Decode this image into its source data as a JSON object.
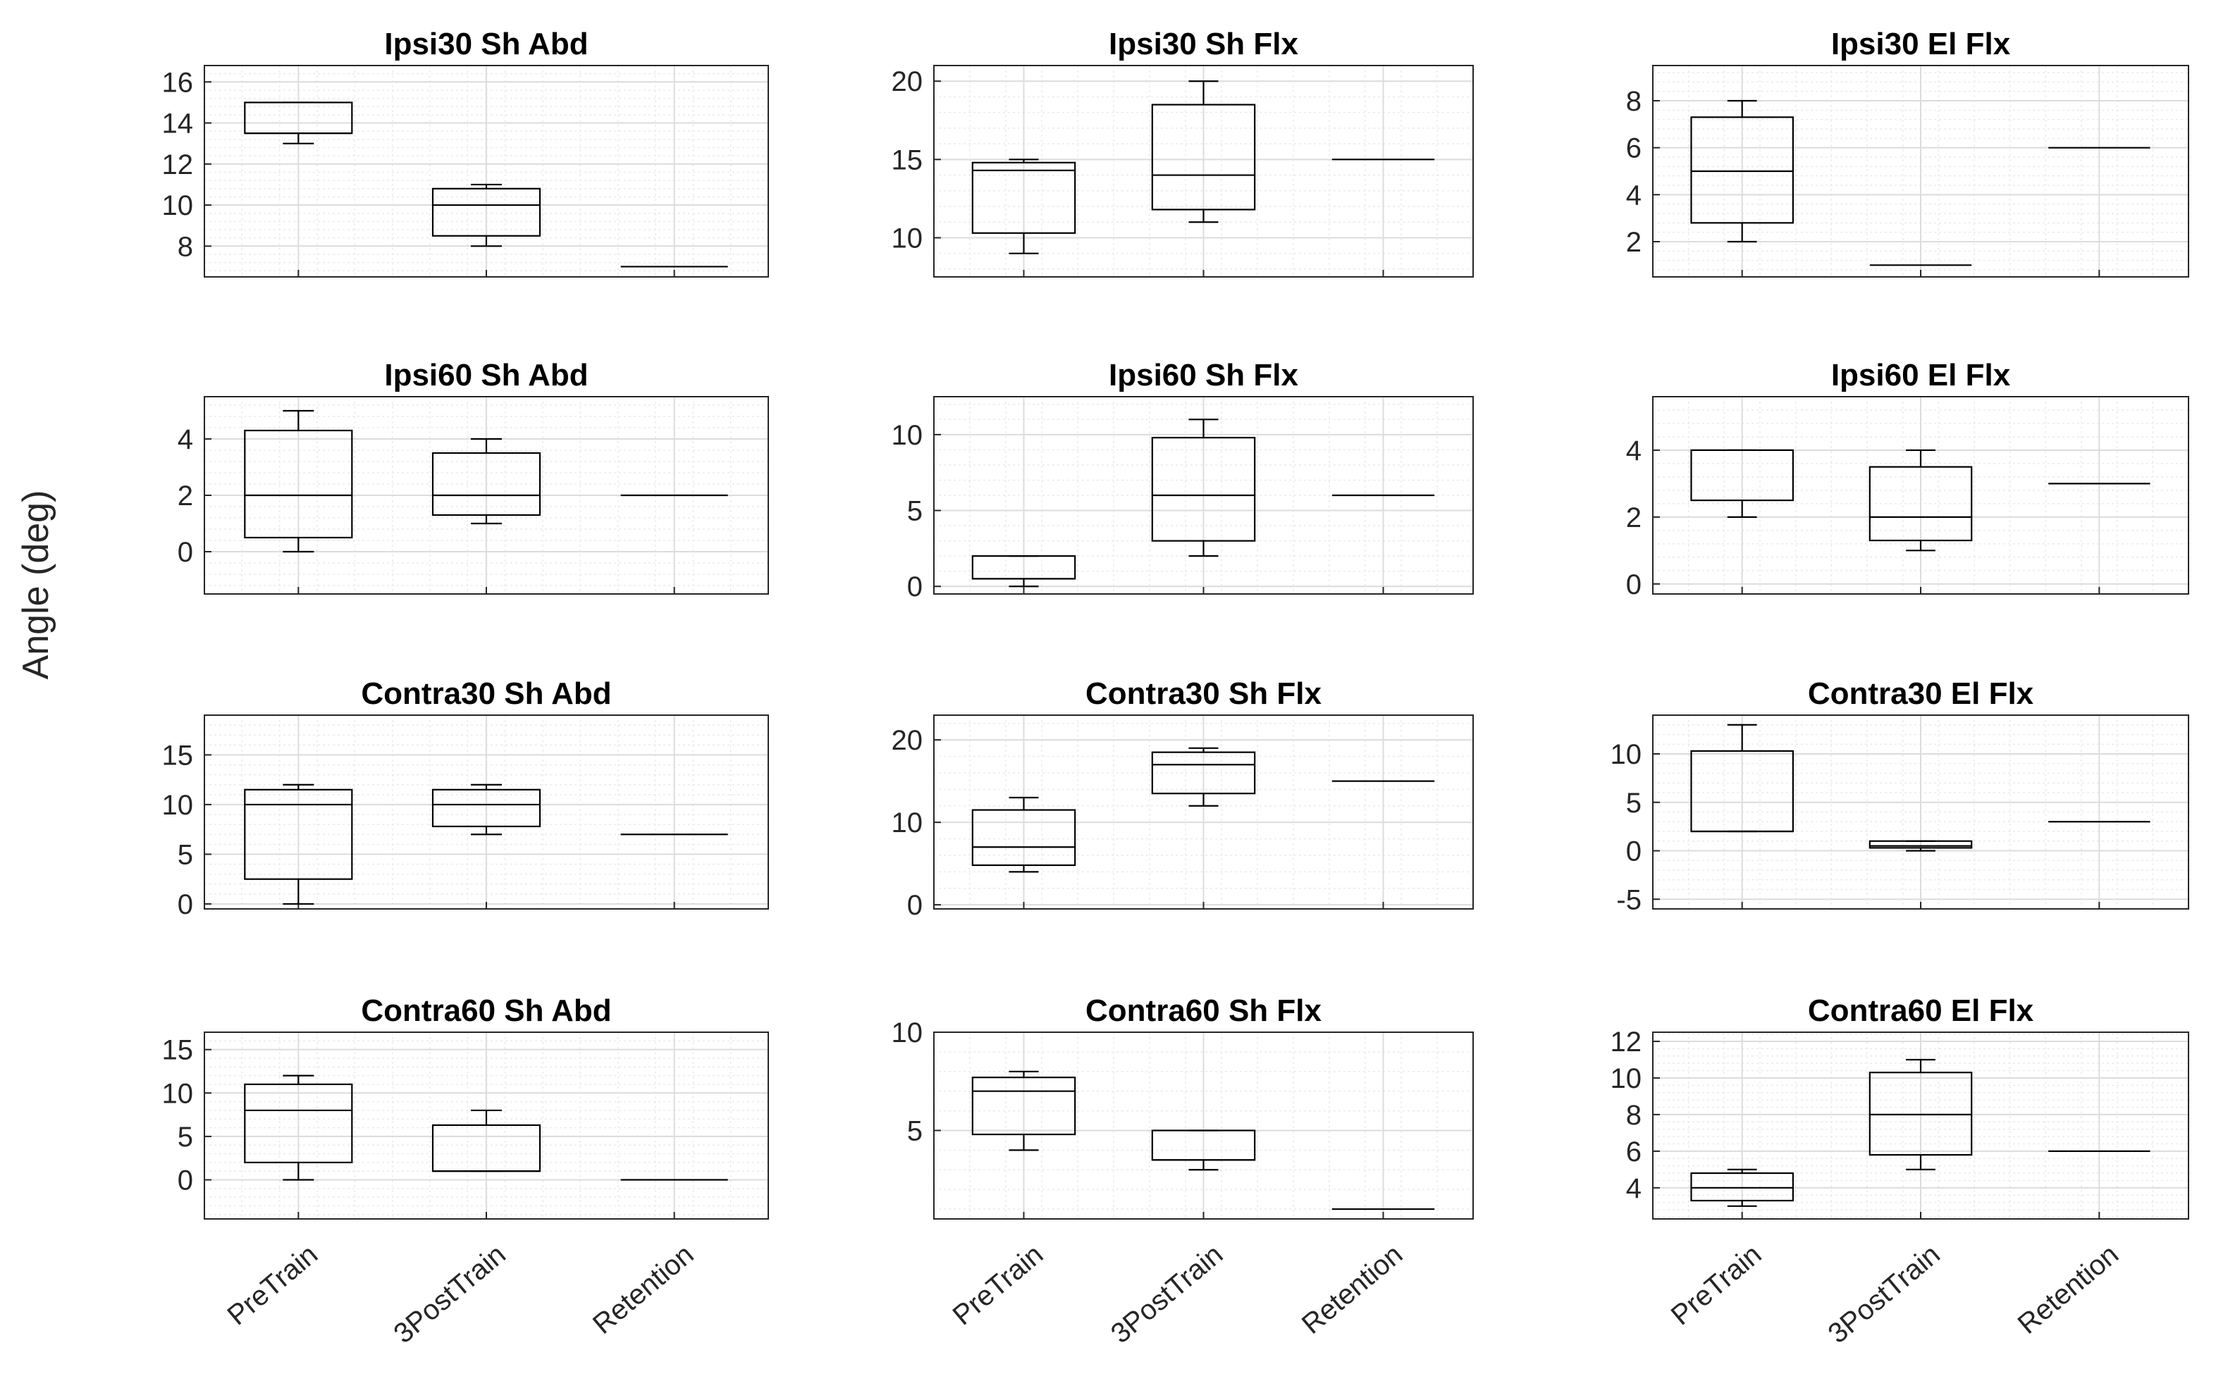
{
  "figure": {
    "ylabel": "Angle (deg)",
    "colors": {
      "axes": "#262626",
      "box": "#000000",
      "grid_major": "#dcdcdc",
      "grid_minor": "#ebebeb",
      "background": "#ffffff"
    }
  },
  "chart_data": [
    {
      "type": "box",
      "title": "Ipsi30 Sh Abd",
      "categories": [
        "PreTrain",
        "3PostTrain",
        "Retention"
      ],
      "ylim": [
        6.5,
        16.8
      ],
      "yticks": [
        8,
        10,
        12,
        14,
        16
      ],
      "grid": "major+minor",
      "show_xticklabels": false,
      "boxes": [
        {
          "min": 13,
          "q1": 13.5,
          "median": 13.5,
          "q3": 15,
          "max": 15
        },
        {
          "min": 8,
          "q1": 8.5,
          "median": 10,
          "q3": 10.8,
          "max": 11
        },
        {
          "min": 7,
          "q1": 7,
          "median": 7,
          "q3": 7,
          "max": 7
        }
      ]
    },
    {
      "type": "box",
      "title": "Ipsi30 Sh Flx",
      "categories": [
        "PreTrain",
        "3PostTrain",
        "Retention"
      ],
      "ylim": [
        7.5,
        21
      ],
      "yticks": [
        10,
        15,
        20
      ],
      "grid": "major+minor",
      "show_xticklabels": false,
      "boxes": [
        {
          "min": 9,
          "q1": 10.3,
          "median": 14.3,
          "q3": 14.8,
          "max": 15
        },
        {
          "min": 11,
          "q1": 11.8,
          "median": 14,
          "q3": 18.5,
          "max": 20
        },
        {
          "min": 15,
          "q1": 15,
          "median": 15,
          "q3": 15,
          "max": 15
        }
      ]
    },
    {
      "type": "box",
      "title": "Ipsi30 El Flx",
      "categories": [
        "PreTrain",
        "3PostTrain",
        "Retention"
      ],
      "ylim": [
        0.5,
        9.5
      ],
      "yticks": [
        2,
        4,
        6,
        8
      ],
      "grid": "major+minor",
      "show_xticklabels": false,
      "boxes": [
        {
          "min": 2,
          "q1": 2.8,
          "median": 5,
          "q3": 7.3,
          "max": 8
        },
        {
          "min": 1,
          "q1": 1,
          "median": 1,
          "q3": 1,
          "max": 1
        },
        {
          "min": 6,
          "q1": 6,
          "median": 6,
          "q3": 6,
          "max": 6
        }
      ]
    },
    {
      "type": "box",
      "title": "Ipsi60 Sh Abd",
      "categories": [
        "PreTrain",
        "3PostTrain",
        "Retention"
      ],
      "ylim": [
        -1.5,
        5.5
      ],
      "yticks": [
        0,
        2,
        4
      ],
      "grid": "major+minor",
      "show_xticklabels": false,
      "boxes": [
        {
          "min": 0,
          "q1": 0.5,
          "median": 2,
          "q3": 4.3,
          "max": 5
        },
        {
          "min": 1,
          "q1": 1.3,
          "median": 2,
          "q3": 3.5,
          "max": 4
        },
        {
          "min": 2,
          "q1": 2,
          "median": 2,
          "q3": 2,
          "max": 2
        }
      ]
    },
    {
      "type": "box",
      "title": "Ipsi60 Sh Flx",
      "categories": [
        "PreTrain",
        "3PostTrain",
        "Retention"
      ],
      "ylim": [
        -0.5,
        12.5
      ],
      "yticks": [
        0,
        5,
        10
      ],
      "grid": "major+minor",
      "show_xticklabels": false,
      "boxes": [
        {
          "min": 0,
          "q1": 0.5,
          "median": 0.5,
          "q3": 2,
          "max": 2
        },
        {
          "min": 2,
          "q1": 3,
          "median": 6,
          "q3": 9.8,
          "max": 11
        },
        {
          "min": 6,
          "q1": 6,
          "median": 6,
          "q3": 6,
          "max": 6
        }
      ]
    },
    {
      "type": "box",
      "title": "Ipsi60 El Flx",
      "categories": [
        "PreTrain",
        "3PostTrain",
        "Retention"
      ],
      "ylim": [
        -0.3,
        5.6
      ],
      "yticks": [
        0,
        2,
        4
      ],
      "grid": "major+minor",
      "show_xticklabels": false,
      "boxes": [
        {
          "min": 2,
          "q1": 2.5,
          "median": 4,
          "q3": 4,
          "max": 4
        },
        {
          "min": 1,
          "q1": 1.3,
          "median": 2,
          "q3": 3.5,
          "max": 4
        },
        {
          "min": 3,
          "q1": 3,
          "median": 3,
          "q3": 3,
          "max": 3
        }
      ]
    },
    {
      "type": "box",
      "title": "Contra30 Sh Abd",
      "categories": [
        "PreTrain",
        "3PostTrain",
        "Retention"
      ],
      "ylim": [
        -0.5,
        19
      ],
      "yticks": [
        0,
        5,
        10,
        15
      ],
      "grid": "major+minor",
      "show_xticklabels": false,
      "boxes": [
        {
          "min": 0,
          "q1": 2.5,
          "median": 10,
          "q3": 11.5,
          "max": 12
        },
        {
          "min": 7,
          "q1": 7.8,
          "median": 10,
          "q3": 11.5,
          "max": 12
        },
        {
          "min": 7,
          "q1": 7,
          "median": 7,
          "q3": 7,
          "max": 7
        }
      ]
    },
    {
      "type": "box",
      "title": "Contra30 Sh Flx",
      "categories": [
        "PreTrain",
        "3PostTrain",
        "Retention"
      ],
      "ylim": [
        -0.5,
        23
      ],
      "yticks": [
        0,
        10,
        20
      ],
      "grid": "major+minor",
      "show_xticklabels": false,
      "boxes": [
        {
          "min": 4,
          "q1": 4.8,
          "median": 7,
          "q3": 11.5,
          "max": 13
        },
        {
          "min": 12,
          "q1": 13.5,
          "median": 17,
          "q3": 18.5,
          "max": 19
        },
        {
          "min": 15,
          "q1": 15,
          "median": 15,
          "q3": 15,
          "max": 15
        }
      ]
    },
    {
      "type": "box",
      "title": "Contra30 El Flx",
      "categories": [
        "PreTrain",
        "3PostTrain",
        "Retention"
      ],
      "ylim": [
        -6,
        14
      ],
      "yticks": [
        -5,
        0,
        5,
        10
      ],
      "grid": "major+minor",
      "show_xticklabels": false,
      "boxes": [
        {
          "min": 2,
          "q1": 2,
          "median": 2,
          "q3": 10.3,
          "max": 13
        },
        {
          "min": 0,
          "q1": 0.3,
          "median": 0.5,
          "q3": 1,
          "max": 1
        },
        {
          "min": 3,
          "q1": 3,
          "median": 3,
          "q3": 3,
          "max": 3
        }
      ]
    },
    {
      "type": "box",
      "title": "Contra60 Sh Abd",
      "categories": [
        "PreTrain",
        "3PostTrain",
        "Retention"
      ],
      "ylim": [
        -4.5,
        17
      ],
      "yticks": [
        0,
        5,
        10,
        15
      ],
      "grid": "major+minor",
      "show_xticklabels": true,
      "boxes": [
        {
          "min": 0,
          "q1": 2,
          "median": 8,
          "q3": 11,
          "max": 12
        },
        {
          "min": 1,
          "q1": 1,
          "median": 1,
          "q3": 6.3,
          "max": 8
        },
        {
          "min": 0,
          "q1": 0,
          "median": 0,
          "q3": 0,
          "max": 0
        }
      ]
    },
    {
      "type": "box",
      "title": "Contra60 Sh Flx",
      "categories": [
        "PreTrain",
        "3PostTrain",
        "Retention"
      ],
      "ylim": [
        0.5,
        10
      ],
      "yticks": [
        5,
        10
      ],
      "grid": "major+minor",
      "show_xticklabels": true,
      "boxes": [
        {
          "min": 4,
          "q1": 4.8,
          "median": 7,
          "q3": 7.7,
          "max": 8
        },
        {
          "min": 3,
          "q1": 3.5,
          "median": 3.5,
          "q3": 5,
          "max": 5
        },
        {
          "min": 1,
          "q1": 1,
          "median": 1,
          "q3": 1,
          "max": 1
        }
      ]
    },
    {
      "type": "box",
      "title": "Contra60 El Flx",
      "categories": [
        "PreTrain",
        "3PostTrain",
        "Retention"
      ],
      "ylim": [
        2.3,
        12.5
      ],
      "yticks": [
        4,
        6,
        8,
        10,
        12
      ],
      "grid": "major+minor",
      "show_xticklabels": true,
      "boxes": [
        {
          "min": 3,
          "q1": 3.3,
          "median": 4,
          "q3": 4.8,
          "max": 5
        },
        {
          "min": 5,
          "q1": 5.8,
          "median": 8,
          "q3": 10.3,
          "max": 11
        },
        {
          "min": 6,
          "q1": 6,
          "median": 6,
          "q3": 6,
          "max": 6
        }
      ]
    }
  ]
}
